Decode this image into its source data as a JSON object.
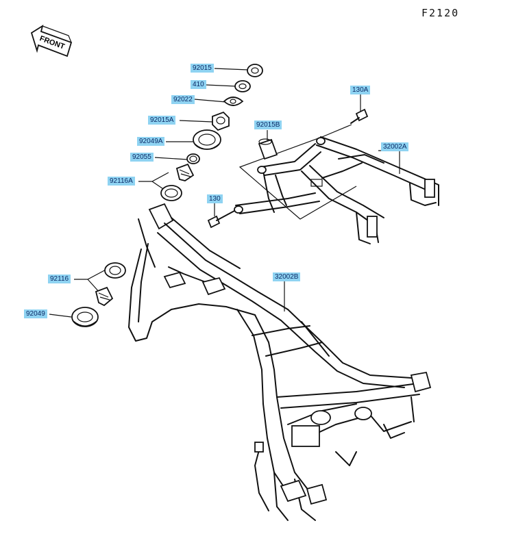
{
  "figure_id": "F2120",
  "direction_label": "FRONT",
  "colors": {
    "callout_bg": "#8fd3f2",
    "callout_text": "#0b2a66",
    "line": "#111111"
  },
  "callouts": [
    {
      "id": "c1",
      "text": "92015"
    },
    {
      "id": "c2",
      "text": "410"
    },
    {
      "id": "c3",
      "text": "92022"
    },
    {
      "id": "c4",
      "text": "92015A"
    },
    {
      "id": "c5",
      "text": "92049A"
    },
    {
      "id": "c6",
      "text": "92055"
    },
    {
      "id": "c7",
      "text": "92116A"
    },
    {
      "id": "c8",
      "text": "92015B"
    },
    {
      "id": "c9",
      "text": "130A"
    },
    {
      "id": "c10",
      "text": "32002A"
    },
    {
      "id": "c11",
      "text": "130"
    },
    {
      "id": "c12",
      "text": "32002B"
    },
    {
      "id": "c13",
      "text": "92116"
    },
    {
      "id": "c14",
      "text": "92049"
    }
  ]
}
